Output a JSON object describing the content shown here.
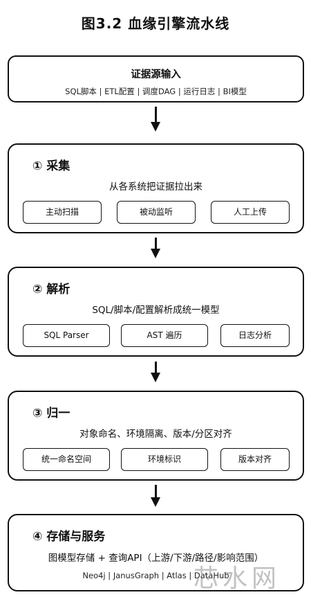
{
  "title": "图3.2 血缘引擎流水线",
  "source": {
    "heading": "证据源输入",
    "items": "SQL脚本 | ETL配置 | 调度DAG | 运行日志 | BI模型"
  },
  "stages": [
    {
      "heading": "① 采集",
      "description": "从各系统把证据拉出来",
      "chips": [
        "主动扫描",
        "被动监听",
        "人工上传"
      ]
    },
    {
      "heading": "② 解析",
      "description": "SQL/脚本/配置解析成统一模型",
      "chips": [
        "SQL Parser",
        "AST 遍历",
        "日志分析"
      ]
    },
    {
      "heading": "③ 归一",
      "description": "对象命名、环境隔离、版本/分区对齐",
      "chips": [
        "统一命名空间",
        "环境标识",
        "版本对齐"
      ]
    },
    {
      "heading": "④ 存储与服务",
      "description": "图模型存储 + 查询API（上游/下游/路径/影响范围）",
      "tech": "Neo4j | JanusGraph | Atlas | DataHub"
    }
  ],
  "watermark": "芯水网"
}
